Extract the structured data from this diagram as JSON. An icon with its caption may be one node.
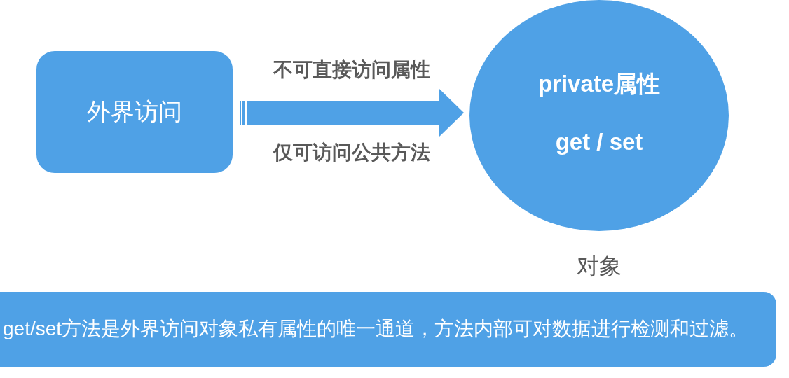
{
  "diagram": {
    "nodes": [
      {
        "text": [
          "外界访问"
        ]
      },
      {
        "text": [
          "private属性",
          "get / set"
        ],
        "beside": [
          "对象"
        ]
      },
      {
        "text": [
          "get/set方法是外界访问对象私有属性的唯一通道，方法内部可对数据进行检测和过滤。"
        ]
      }
    ],
    "edges": [
      {
        "from": 0,
        "to": 1,
        "arrow": "to",
        "label": "不可直接访问属性"
      }
    ],
    "labels": [
      "仅可访问公共方法"
    ]
  }
}
